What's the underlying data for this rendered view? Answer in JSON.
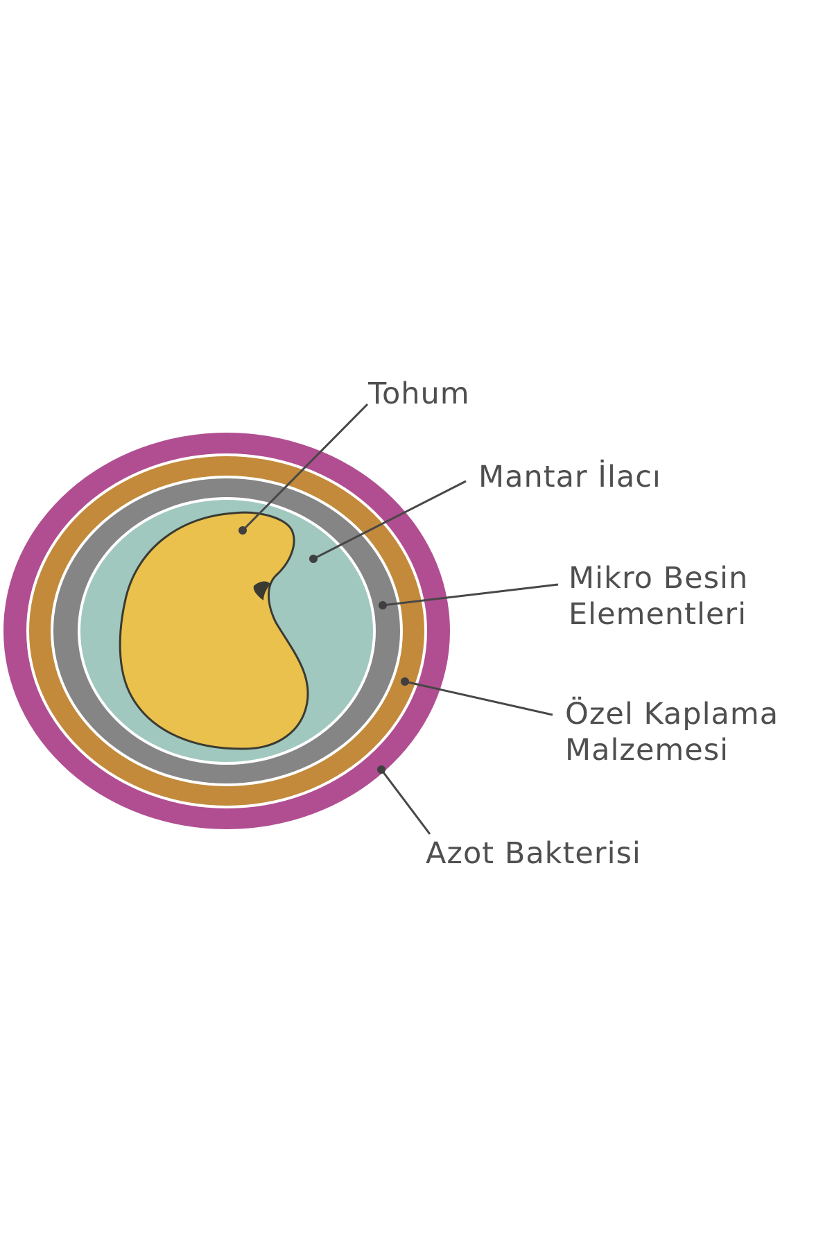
{
  "diagram": {
    "colors": {
      "background": "#ffffff",
      "outer_layer": "#b14e91",
      "coating_layer": "#c28a3a",
      "micronutrient_layer": "#858586",
      "fungicide_layer": "#a0c8be",
      "layer_separator": "#ffffff",
      "seed": "#eac14d",
      "seed_outline": "#3a3a33",
      "hilum": "#3a3a33",
      "text": "#4f4f4f",
      "leader": "#474747"
    },
    "labels": {
      "seed": "Tohum",
      "fungicide": "Mantar İlacı",
      "micronutrients_line1": "Mikro Besin",
      "micronutrients_line2": "Elementleri",
      "coating_line1": "Özel Kaplama",
      "coating_line2": "Malzemesi",
      "nitrogen_bacteria": "Azot Bakterisi"
    }
  }
}
